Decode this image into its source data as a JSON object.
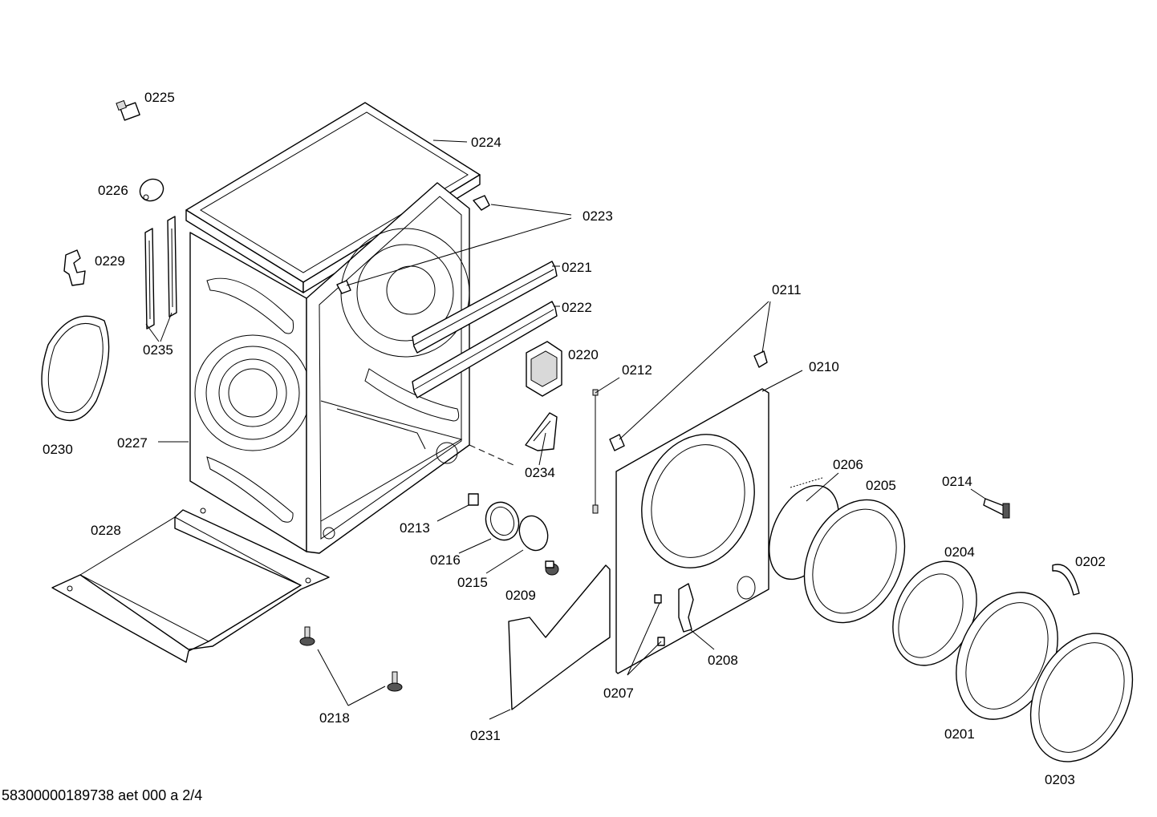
{
  "labels": {
    "p0201": "0201",
    "p0202": "0202",
    "p0203": "0203",
    "p0204": "0204",
    "p0205": "0205",
    "p0206": "0206",
    "p0207": "0207",
    "p0208": "0208",
    "p0209": "0209",
    "p0210": "0210",
    "p0211": "0211",
    "p0212": "0212",
    "p0213": "0213",
    "p0214": "0214",
    "p0215": "0215",
    "p0216": "0216",
    "p0218": "0218",
    "p0220": "0220",
    "p0221": "0221",
    "p0222": "0222",
    "p0223": "0223",
    "p0224": "0224",
    "p0225": "0225",
    "p0226": "0226",
    "p0227": "0227",
    "p0228": "0228",
    "p0229": "0229",
    "p0230": "0230",
    "p0231": "0231",
    "p0234": "0234",
    "p0235": "0235"
  },
  "footer": "58300000189738 aet 000 a 2/4"
}
